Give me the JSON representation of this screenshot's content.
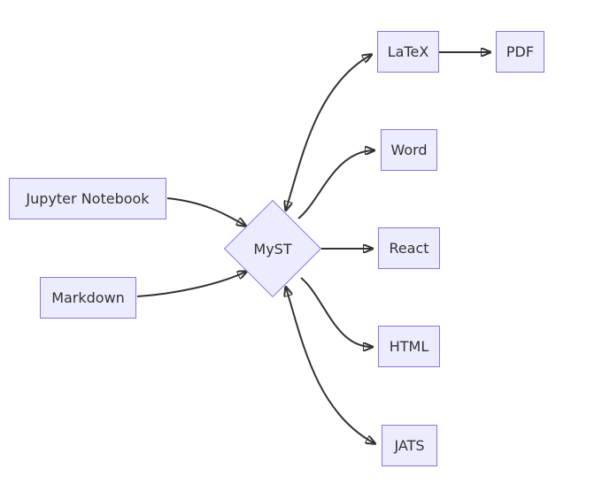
{
  "diagram": {
    "type": "flowchart",
    "direction": "left-to-right",
    "colors": {
      "background": "#ffffff",
      "node_fill": "#ECECFF",
      "node_border": "#9370DB",
      "edge": "#333333",
      "text": "#333333"
    },
    "nodes": [
      {
        "id": "jupyter",
        "label": "Jupyter Notebook",
        "shape": "rect"
      },
      {
        "id": "markdown",
        "label": "Markdown",
        "shape": "rect"
      },
      {
        "id": "myst",
        "label": "MyST",
        "shape": "diamond"
      },
      {
        "id": "latex",
        "label": "LaTeX",
        "shape": "rect"
      },
      {
        "id": "pdf",
        "label": "PDF",
        "shape": "rect"
      },
      {
        "id": "word",
        "label": "Word",
        "shape": "rect"
      },
      {
        "id": "react",
        "label": "React",
        "shape": "rect"
      },
      {
        "id": "html",
        "label": "HTML",
        "shape": "rect"
      },
      {
        "id": "jats",
        "label": "JATS",
        "shape": "rect"
      }
    ],
    "edges": [
      {
        "from": "jupyter",
        "to": "myst",
        "bidirectional": false
      },
      {
        "from": "markdown",
        "to": "myst",
        "bidirectional": false
      },
      {
        "from": "myst",
        "to": "latex",
        "bidirectional": true
      },
      {
        "from": "latex",
        "to": "pdf",
        "bidirectional": false
      },
      {
        "from": "myst",
        "to": "word",
        "bidirectional": false
      },
      {
        "from": "myst",
        "to": "react",
        "bidirectional": false
      },
      {
        "from": "myst",
        "to": "html",
        "bidirectional": false
      },
      {
        "from": "myst",
        "to": "jats",
        "bidirectional": true
      }
    ]
  }
}
